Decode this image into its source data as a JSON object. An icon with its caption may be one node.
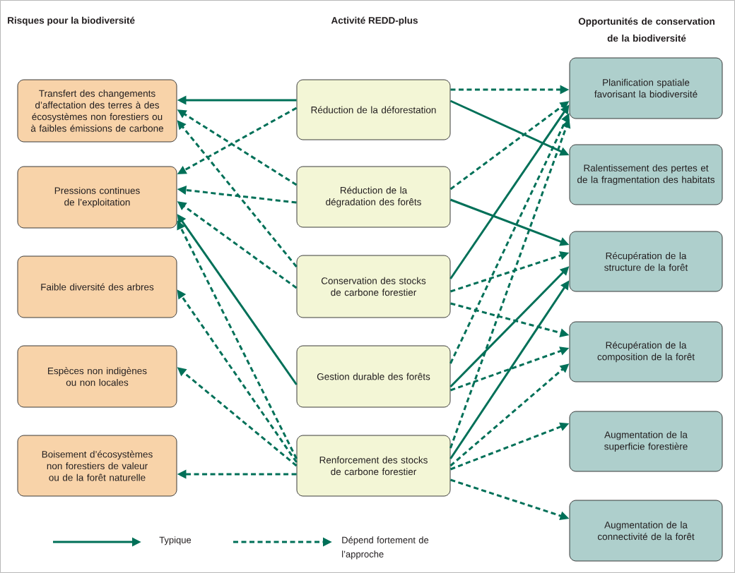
{
  "diagram": {
    "nodes": [
      {
        "text": [
          "Transfert des changements d’affectation des terres à des écosystèmes non forestiers ou à faibles émissions de carbone"
        ]
      },
      {
        "text": [
          "Pressions continues de l’exploitation"
        ]
      },
      {
        "text": [
          "Faible diversité des arbres"
        ]
      },
      {
        "text": [
          "Espèces non indigènes ou non locales"
        ]
      },
      {
        "text": [
          "Boisement d’écosystèmes non forestiers de valeur ou de la forêt naturelle"
        ]
      },
      {
        "text": [
          "Réduction de la déforestation"
        ]
      },
      {
        "text": [
          "Réduction de la dégradation des forêts"
        ]
      },
      {
        "text": [
          "Conservation des stocks de carbone forestier"
        ]
      },
      {
        "text": [
          "Gestion durable des forêts"
        ]
      },
      {
        "text": [
          "Renforcement des stocks de carbone forestier"
        ]
      },
      {
        "text": [
          "Planification spatiale favorisant la biodiversité"
        ]
      },
      {
        "text": [
          "Ralentissement des pertes et de la fragmentation des habitats"
        ]
      },
      {
        "text": [
          "Récupération de la structure de la forêt"
        ]
      },
      {
        "text": [
          "Récupération de la composition de la forêt"
        ]
      },
      {
        "text": [
          "Augmentation de la superficie forestière"
        ]
      },
      {
        "text": [
          "Augmentation de la connectivité de la forêt"
        ]
      }
    ],
    "edges": [
      {
        "from": 5,
        "to": 0,
        "arrow": "to"
      },
      {
        "from": 5,
        "to": 1,
        "arrow": "to",
        "style": "dashed"
      },
      {
        "from": 6,
        "to": 0,
        "arrow": "to",
        "style": "dashed"
      },
      {
        "from": 7,
        "to": 0,
        "arrow": "to",
        "style": "dashed"
      },
      {
        "from": 6,
        "to": 1,
        "arrow": "to",
        "style": "dashed"
      },
      {
        "from": 7,
        "to": 1,
        "arrow": "to",
        "style": "dashed"
      },
      {
        "from": 8,
        "to": 1,
        "arrow": "to"
      },
      {
        "from": 9,
        "to": 1,
        "arrow": "to",
        "style": "dashed"
      },
      {
        "from": 9,
        "to": 2,
        "arrow": "to",
        "style": "dashed"
      },
      {
        "from": 9,
        "to": 3,
        "arrow": "to",
        "style": "dashed"
      },
      {
        "from": 9,
        "to": 4,
        "arrow": "to",
        "style": "dashed"
      },
      {
        "from": 5,
        "to": 10,
        "arrow": "to",
        "style": "dashed"
      },
      {
        "from": 5,
        "to": 11,
        "arrow": "to"
      },
      {
        "from": 6,
        "to": 10,
        "arrow": "to",
        "style": "dashed"
      },
      {
        "from": 6,
        "to": 12,
        "arrow": "to"
      },
      {
        "from": 7,
        "to": 10,
        "arrow": "to"
      },
      {
        "from": 7,
        "to": 12,
        "arrow": "to",
        "style": "dashed"
      },
      {
        "from": 7,
        "to": 13,
        "arrow": "to",
        "style": "dashed"
      },
      {
        "from": 8,
        "to": 10,
        "arrow": "to",
        "style": "dashed"
      },
      {
        "from": 8,
        "to": 12,
        "arrow": "to"
      },
      {
        "from": 8,
        "to": 13,
        "arrow": "to",
        "style": "dashed"
      },
      {
        "from": 9,
        "to": 10,
        "arrow": "to",
        "style": "dashed"
      },
      {
        "from": 9,
        "to": 12,
        "arrow": "to"
      },
      {
        "from": 9,
        "to": 13,
        "arrow": "to",
        "style": "dashed"
      },
      {
        "from": 9,
        "to": 14,
        "arrow": "to",
        "style": "dashed"
      },
      {
        "from": 9,
        "to": 15,
        "arrow": "to",
        "style": "dashed"
      }
    ],
    "labels": [
      "Risques pour la biodiversité",
      "Activité REDD-plus",
      "Opportunités de conservation de la biodiversité"
    ],
    "legend": [
      {
        "text": "Typique"
      },
      {
        "text": "Dépend fortement de l’approche"
      }
    ]
  }
}
